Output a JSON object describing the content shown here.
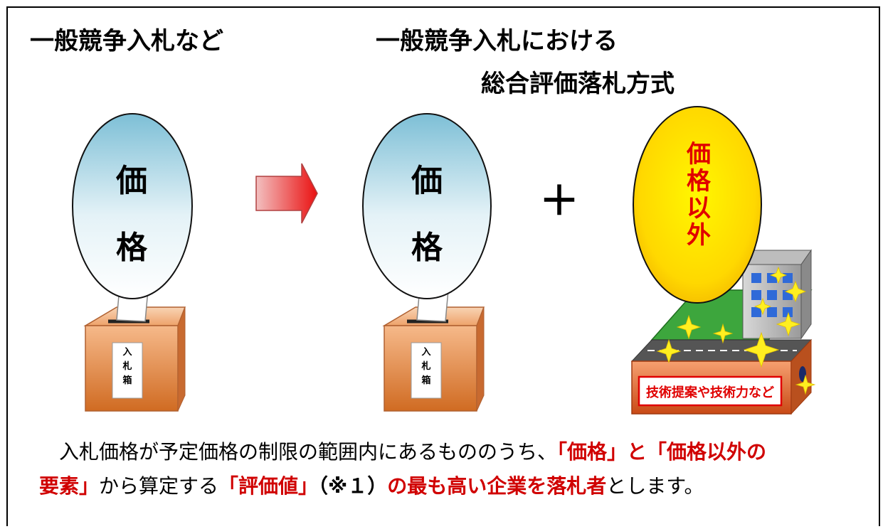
{
  "titles": {
    "left": "一般競争入札など",
    "right_line1": "一般競争入札における",
    "right_line2": "総合評価落札方式"
  },
  "ellipses": {
    "price_char1": "価",
    "price_char2": "格",
    "non_price_chars": [
      "価",
      "格",
      "以",
      "外"
    ]
  },
  "plus_sign": "＋",
  "ballot_box_label": [
    "入",
    "札",
    "箱"
  ],
  "building_sign": "技術提案や技術力など",
  "description": {
    "p1": "入札価格が予定価格の制限の範囲内にあるもののうち、",
    "p2": "「価格」と「価格以外の",
    "p3": "要素」",
    "p4": "から算定する",
    "p5": "「評価値」",
    "p6": "（※１）",
    "p7": "の最も高い企業を落札者",
    "p8": "とします。"
  },
  "colors": {
    "accent_red": "#e00000",
    "ellipse_blue": "#8ec9dc",
    "ellipse_yellow": "#ffd400",
    "box_orange": "#e08a4a"
  }
}
